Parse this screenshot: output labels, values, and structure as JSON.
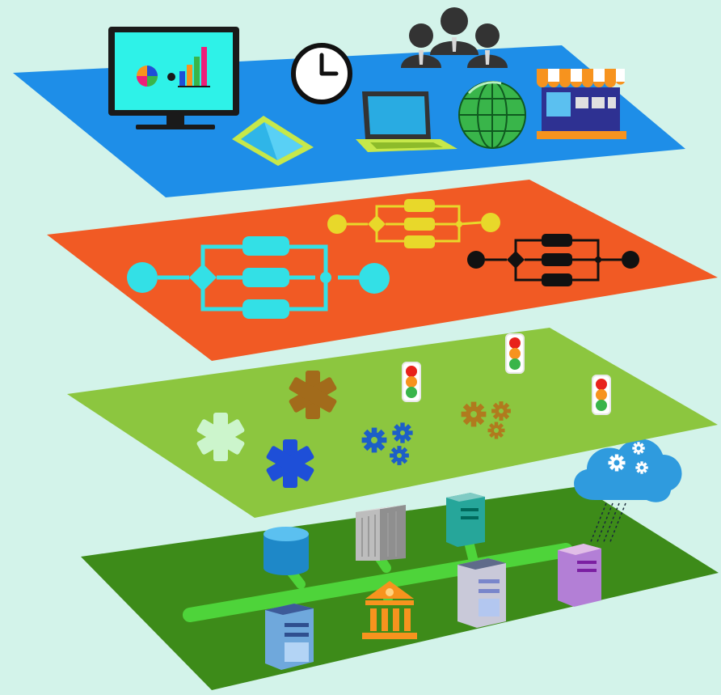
{
  "diagram": {
    "background": "#d3f3ea",
    "layers": [
      {
        "id": "presentation",
        "color": "#1e8ee8",
        "icons": [
          "monitor-chart-icon",
          "tablet-icon",
          "clock-icon",
          "users-icon",
          "laptop-icon",
          "globe-icon",
          "storefront-icon"
        ]
      },
      {
        "id": "process",
        "color": "#f15a24",
        "icons": [
          "workflow-cyan-icon",
          "workflow-yellow-icon",
          "workflow-black-icon"
        ]
      },
      {
        "id": "services",
        "color": "#8cc63f",
        "icons": [
          "gear-light-icon",
          "gear-blue-icon",
          "gear-brown-icon",
          "gears-blue-icon",
          "gears-brown-icon",
          "traffic-light-icon",
          "traffic-light-icon",
          "traffic-light-icon"
        ]
      },
      {
        "id": "infrastructure",
        "color": "#3d8b19",
        "icons": [
          "database-icon",
          "server-rack-icon",
          "server-teal-icon",
          "server-blue-icon",
          "bank-icon",
          "server-grey-icon",
          "server-purple-icon",
          "cloud-gears-icon"
        ]
      }
    ]
  }
}
